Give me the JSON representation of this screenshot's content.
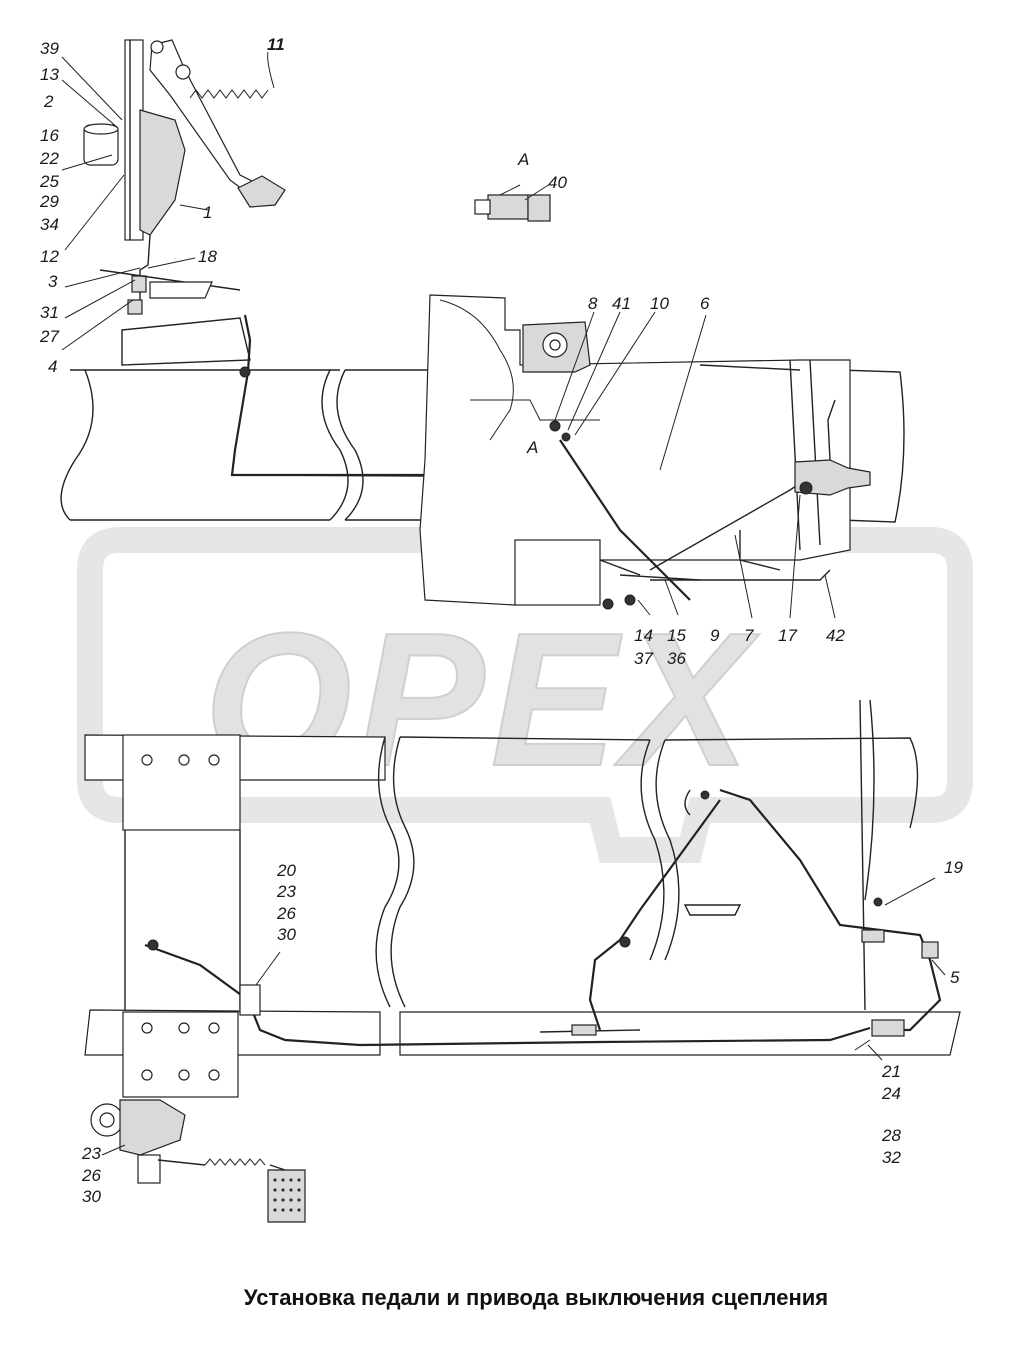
{
  "caption": "Установка педали и привода выключения сцепления",
  "watermark": "OPEX",
  "view_labels": {
    "view_a_title": "A",
    "view_a_marker": "A"
  },
  "callouts": {
    "n39": "39",
    "n13": "13",
    "n2": "2",
    "n16": "16",
    "n22": "22",
    "n25": "25",
    "n29": "29",
    "n34": "34",
    "n12": "12",
    "n3": "3",
    "n31": "31",
    "n27": "27",
    "n4": "4",
    "n11": "11",
    "n1": "1",
    "n18": "18",
    "n40": "40",
    "n8": "8",
    "n41": "41",
    "n10": "10",
    "n6": "6",
    "n14": "14",
    "n37": "37",
    "n15": "15",
    "n36": "36",
    "n9": "9",
    "n7": "7",
    "n17": "17",
    "n42": "42",
    "n20": "20",
    "n23a": "23",
    "n26a": "26",
    "n30a": "30",
    "n19": "19",
    "n5": "5",
    "n21": "21",
    "n24": "24",
    "n28": "28",
    "n32": "32",
    "n23b": "23",
    "n26b": "26",
    "n30b": "30"
  },
  "colors": {
    "line": "#222222",
    "watermark": "#e2e2e2",
    "part_fill": "#d9d9d9"
  }
}
